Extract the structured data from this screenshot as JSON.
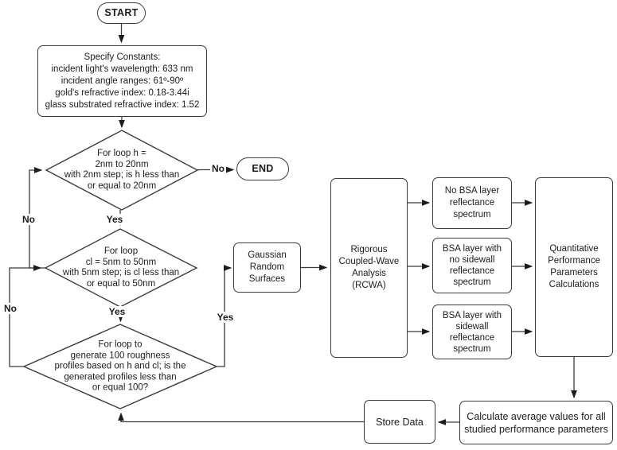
{
  "nodes": {
    "start": "START",
    "end": "END",
    "constants": "Specify Constants:\nincident light's wavelength: 633 nm\nincident angle ranges: 61º-90º\ngold's refractive index: 0.18-3.44i\nglass substrated refractive index: 1.52",
    "h_loop": "For loop h =\n2nm to 20nm\nwith 2nm step; is h less than\nor equal to 20nm",
    "cl_loop": "For loop\ncl = 5nm to 50nm\nwith 5nm step; is cl less than\nor equal to 50nm",
    "profiles_loop": "For loop to\ngenerate 100 roughness\nprofiles based on h and cl; is the\ngenerated profiles less than\nor equal 100?",
    "gaussian": "Gaussian\nRandom\nSurfaces",
    "rcwa": "Rigorous\nCoupled-Wave\nAnalysis\n(RCWA)",
    "no_bsa": "No BSA layer\nreflectance\nspectrum",
    "bsa_no_sidewall": "BSA layer with\nno sidewall\nreflectance\nspectrum",
    "bsa_sidewall": "BSA layer with\nsidewall\nreflectance\nspectrum",
    "quantitative": "Quantitative\nPerformance\nParameters\nCalculations",
    "calculate": "Calculate average values for all\nstudied performance parameters",
    "store": "Store Data"
  },
  "edge_labels": {
    "h_no": "No",
    "h_yes": "Yes",
    "cl_no": "No",
    "cl_yes": "Yes",
    "profiles_no": "No",
    "profiles_yes": "Yes"
  },
  "colors": {
    "stroke": "#3b3b3b",
    "arrowhead": "#1c1c1c",
    "text": "#1c1c1c",
    "background": "#ffffff"
  }
}
